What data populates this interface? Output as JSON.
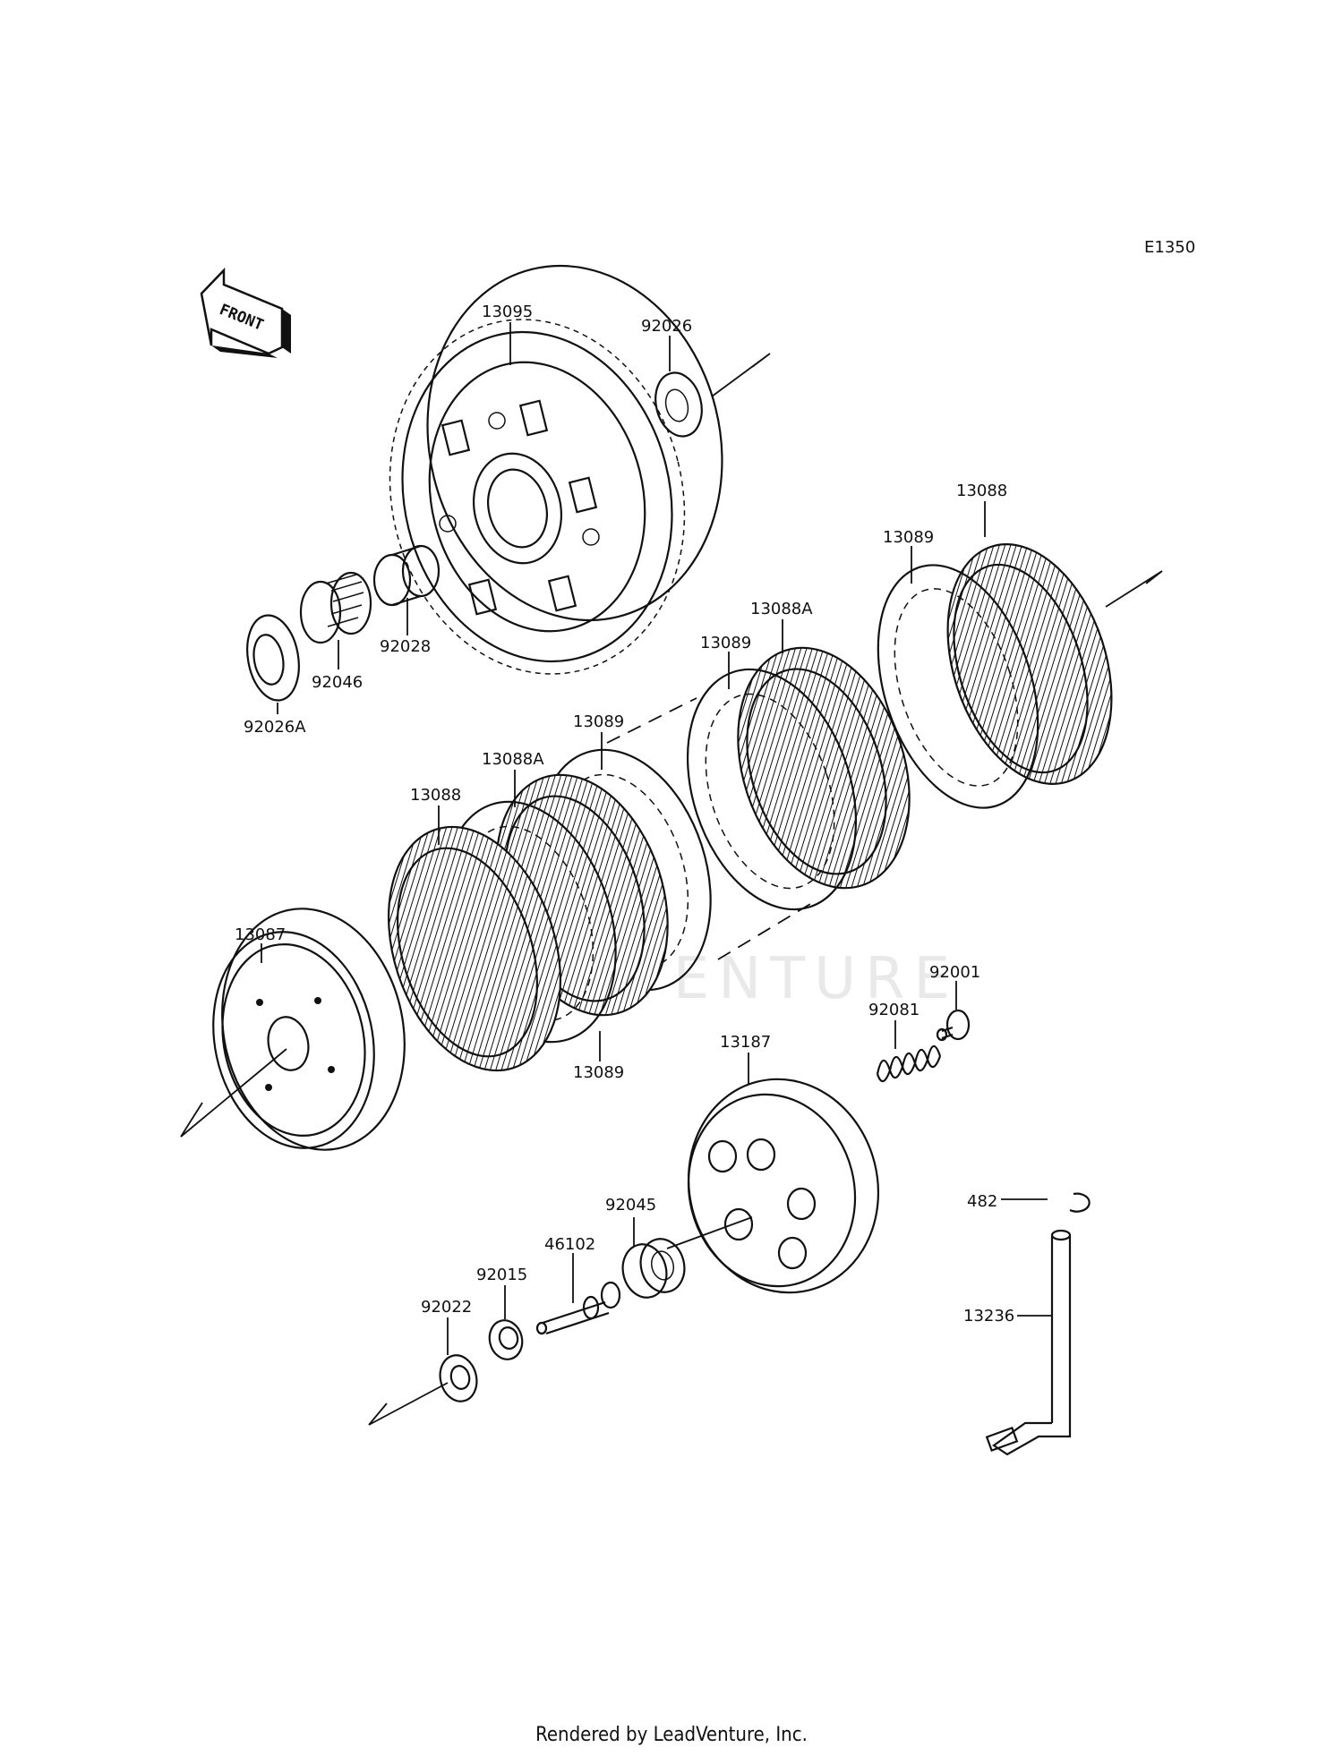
{
  "diagram_id": "E1350",
  "front_label": "FRONT",
  "watermark": "LEADVENTURE",
  "footer": "Rendered by LeadVenture, Inc.",
  "parts": {
    "p13095": "13095",
    "p92026_top": "92026",
    "p92028": "92028",
    "p92046": "92046",
    "p92026A": "92026A",
    "p13088_right": "13088",
    "p13089_right": "13089",
    "p13088A_mid": "13088A",
    "p13089_mid": "13089",
    "p13089_left_top": "13089",
    "p13088A_left": "13088A",
    "p13088_left": "13088",
    "p13089_bottom": "13089",
    "p13087": "13087",
    "p92001": "92001",
    "p92081": "92081",
    "p13187": "13187",
    "p482": "482",
    "p92045": "92045",
    "p46102": "46102",
    "p92015": "92015",
    "p92022": "92022",
    "p13236": "13236"
  }
}
